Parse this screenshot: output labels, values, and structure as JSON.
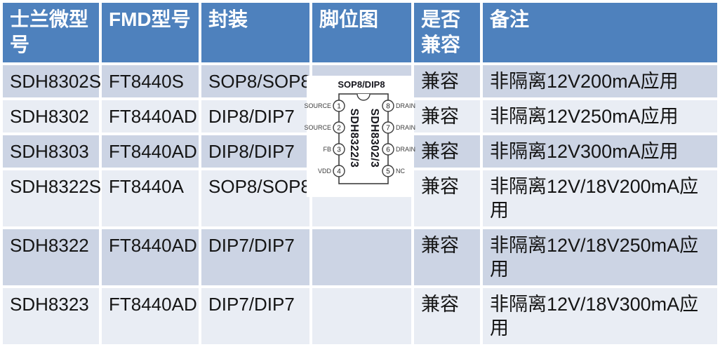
{
  "colors": {
    "header_bg": "#4E81BD",
    "band_dark": "#CCD4E4",
    "band_light": "#E9EDF4",
    "header_text": "#FFFFFF",
    "body_text": "#151515",
    "diagram_stroke": "#3D3D3D"
  },
  "table": {
    "columns": [
      {
        "label": "士兰微型号"
      },
      {
        "label": "FMD型号"
      },
      {
        "label": "封装"
      },
      {
        "label": "脚位图"
      },
      {
        "label": "是否兼容"
      },
      {
        "label": "备注"
      }
    ],
    "rows": [
      {
        "silan": "SDH8302S",
        "fmd": "FT8440S",
        "package": "SOP8/SOP8",
        "compatible": "兼容",
        "note": "非隔离12V200mA应用"
      },
      {
        "silan": "SDH8302",
        "fmd": "FT8440AD",
        "package": "DIP8/DIP7",
        "compatible": "兼容",
        "note": "非隔离12V250mA应用"
      },
      {
        "silan": "SDH8303",
        "fmd": "FT8440AD",
        "package": "DIP8/DIP7",
        "compatible": "兼容",
        "note": "非隔离12V300mA应用"
      },
      {
        "silan": "SDH8322S",
        "fmd": "FT8440A",
        "package": "SOP8/SOP8",
        "compatible": "兼容",
        "note": "非隔离12V/18V200mA应用"
      },
      {
        "silan": "SDH8322",
        "fmd": "FT8440AD",
        "package": "DIP7/DIP7",
        "compatible": "兼容",
        "note": "非隔离12V/18V250mA应用"
      },
      {
        "silan": "SDH8323",
        "fmd": "FT8440AD",
        "package": "DIP7/DIP7",
        "compatible": "兼容",
        "note": "非隔离12V/18V300mA应用"
      }
    ]
  },
  "pin_diagram": {
    "title": "SOP8/DIP8",
    "left_pins": [
      {
        "num": "1",
        "label": "SOURCE"
      },
      {
        "num": "2",
        "label": "SOURCE"
      },
      {
        "num": "3",
        "label": "FB"
      },
      {
        "num": "4",
        "label": "VDD"
      }
    ],
    "right_pins": [
      {
        "num": "8",
        "label": "DRAIN"
      },
      {
        "num": "7",
        "label": "DRAIN"
      },
      {
        "num": "6",
        "label": "DRAIN"
      },
      {
        "num": "5",
        "label": "NC"
      }
    ],
    "center_labels": [
      "SDH8322/3",
      "SDH8302/3"
    ]
  }
}
